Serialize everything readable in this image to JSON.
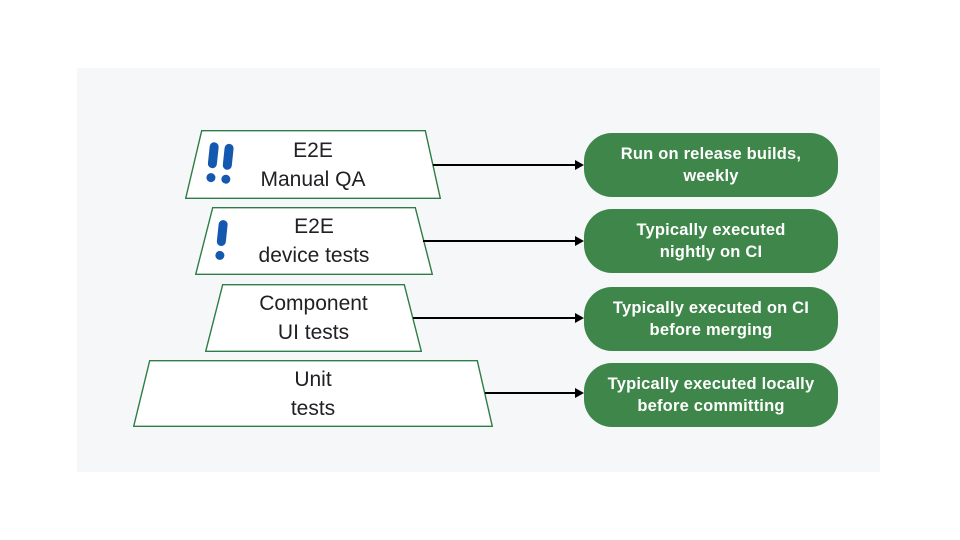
{
  "diagram": {
    "title": "testing-pyramid",
    "colors": {
      "panel_background": "#f6f7f9",
      "note_green": "#3e8649",
      "trapezoid_border_green": "#2e7d46",
      "trapezoid_fill": "#ffffff",
      "exclamation_blue": "#1558b0",
      "label_text": "#202124",
      "note_text": "#ffffff",
      "arrow": "#000000"
    },
    "layers": [
      {
        "id": "e2e-manual-qa",
        "line1": "E2E",
        "line2": "Manual QA",
        "cost_icon": "double-exclamation",
        "note_line1": "Run on release builds,",
        "note_line2": "weekly"
      },
      {
        "id": "e2e-device-tests",
        "line1": "E2E",
        "line2": "device tests",
        "cost_icon": "single-exclamation",
        "note_line1": "Typically executed",
        "note_line2": "nightly on CI"
      },
      {
        "id": "component-ui-tests",
        "line1": "Component",
        "line2": "UI tests",
        "cost_icon": null,
        "note_line1": "Typically executed on CI",
        "note_line2": "before merging"
      },
      {
        "id": "unit-tests",
        "line1": "Unit",
        "line2": "tests",
        "cost_icon": null,
        "note_line1": "Typically executed locally",
        "note_line2": "before committing"
      }
    ]
  }
}
